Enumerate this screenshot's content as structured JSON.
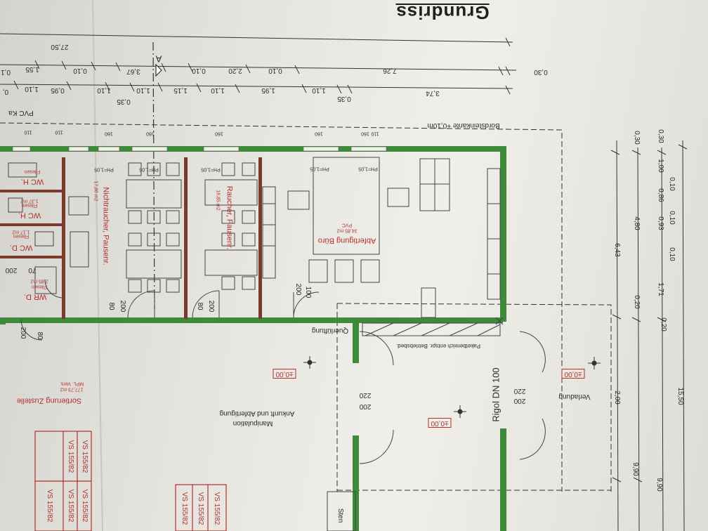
{
  "title": "Grundriss",
  "labels": {
    "dim_total": "27,50",
    "dim_r1a": "0,30",
    "dim_r1b": "7,26",
    "dim_r1c": "0,10",
    "dim_r1d": "2,20",
    "dim_r1e": "0,10",
    "dim_r1f": "3,67",
    "dim_r1g": "0,10",
    "dim_r1h": "1,55",
    "dim_r1i": "0,1",
    "dim_r2a": "3,74",
    "dim_r2b": "0,35",
    "dim_r2c": "1,10",
    "dim_r2d": "1,95",
    "dim_r2e": "1,10",
    "dim_r2f": "1,15",
    "dim_r2g": "1,10",
    "dim_r2h": "0,35",
    "dim_r2i": "1,10",
    "dim_r2j": "0,95",
    "dim_r2k": "1,10",
    "dim_r2l": "0,",
    "section_marker": "A",
    "edge_label": "Bordsteinkante +0,10m",
    "pvc": "PVC Ka",
    "ph": "PH=1,05",
    "w110": "110",
    "w160": "160",
    "room_buero": "Abfertigung Büro",
    "room_buero_area": "34,85 m2",
    "room_buero_floor": "PVC",
    "room_raucher": "Raucher, Pausenr.",
    "room_raucher_area": "16,85 m2",
    "room_nicht": "Nichtraucher, Pausenr.",
    "room_nicht_area": "17,86 m2",
    "wc_h1": "WC H.",
    "wc_h2": "WC H.",
    "wc_d": "WC D.",
    "wr_d": "WR D.",
    "fliesen": "Fliesen",
    "area_137": "1,37 m2",
    "area_117": "1,17 m2",
    "area_285": "2,85 m2",
    "num_200": "200",
    "num_80": "80",
    "num_100": "100",
    "num_220": "220",
    "num_70": "70",
    "querlueftung": "Querlüftung",
    "paketbereich": "Paketbereich entspr. Betriebsbed.",
    "rigol": "Rigol DN 100",
    "verladung": "Verladung",
    "manipulation": "Manipulation",
    "ankunft": "Ankunft und Abfertigung",
    "level": "±0,00",
    "sortierung": "Sortierung Zustelle",
    "sortierung_area": "177,73 m2",
    "sortierung_floor": "MPL. Vers.",
    "vs": "VS 155/82",
    "sten": "Sten",
    "right_total": "15,50",
    "right_990": "9,90",
    "right_200": "2,00",
    "right_643": "6,43",
    "right_480": "4,80",
    "right_030": "0,30",
    "right_171": "1,71",
    "right_093": "0,93",
    "right_086": "0,86",
    "right_100": "1,00",
    "right_010": "0,10",
    "right_020": "0,20",
    "right_020b": "0,20"
  }
}
